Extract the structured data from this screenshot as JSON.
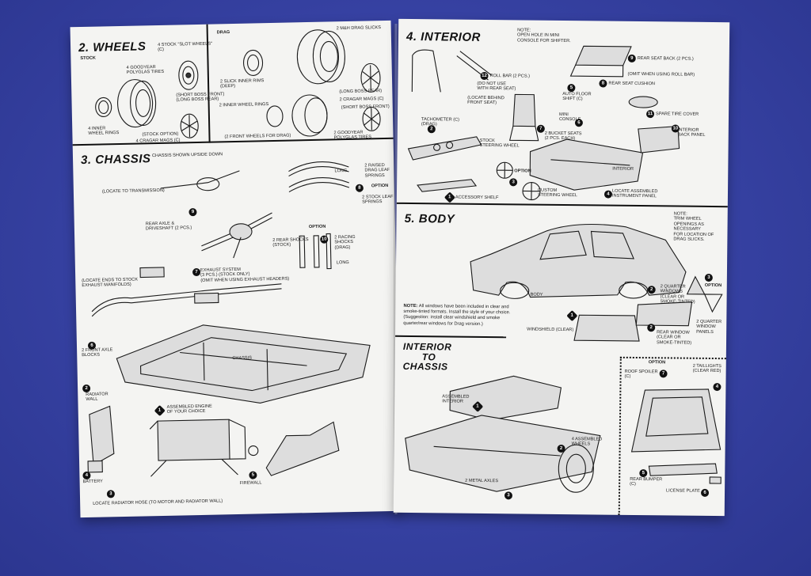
{
  "left_page": {
    "wheels": {
      "title": "2. WHEELS",
      "stock_label": "STOCK",
      "drag_label": "DRAG",
      "labels": {
        "slot_wheels": "4 STOCK \"SLOT WHEELS\"\n(C)",
        "polyglas": "4 GOODYEAR\nPOLYGLAS TIRES",
        "inner_rings": "4 INNER\nWHEEL RINGS",
        "stock_option": "(Stock option)",
        "cragar_mags_c": "4 CRAGAR MAGS (C)",
        "short_boss": "(Short Boss Front)\n(Long Boss Rear)",
        "mh_drag_slicks": "2 M&H DRAG SLICKS",
        "slick_inner_rims": "2 SLICK INNER RIMS\n(Deep)",
        "long_boss_rear": "(Long Boss Rear)",
        "cragar_mags_2": "2 CRAGAR MAGS (C)",
        "short_boss_front": "(Short Boss Front)",
        "inner_wheel_rings_2": "2 INNER WHEEL RINGS",
        "goodyear_2": "2 GOODYEAR\nPOLYGLAS TIRES",
        "front_wheels_drag": "(2 front wheels for drag)"
      }
    },
    "chassis": {
      "title": "3. CHASSIS",
      "subtitle": "CHASSIS SHOWN UPSIDE DOWN",
      "labels": {
        "locate_transmission": "(Locate to transmission)",
        "rear_axle": "REAR AXLE &\nDRIVESHAFT (2 pcs.)",
        "raised_drag": "2 RAISED\nDRAG LEAF\nSPRINGS",
        "long": "LONG",
        "option": "OPTION",
        "stock_leaf": "2 STOCK LEAF\nSPRINGS",
        "rear_shocks": "2 REAR SHOCKS\n(Stock)",
        "racing_shocks": "2 RACING\nSHOCKS\n(Drag)",
        "long2": "LONG",
        "locate_ends": "(Locate ends to stock\nexhaust manifolds)",
        "exhaust": "EXHAUST SYSTEM\n(3 pcs.) (Stock only)\n(Omit when using exhaust headers)",
        "front_axle": "2 FRONT AXLE\nBLOCKS",
        "chassis": "CHASSIS",
        "radiator_wall": "RADIATOR\nWALL",
        "assembled_engine": "ASSEMBLED ENGINE\nOF YOUR CHOICE",
        "battery": "BATTERY",
        "firewall": "FIREWALL",
        "radiator_hose": "LOCATE RADIATOR HOSE (To motor and radiator wall)"
      }
    }
  },
  "right_page": {
    "interior": {
      "title": "4. INTERIOR",
      "labels": {
        "note": "NOTE:\nOpen hole in mini\nconsole for shifter.",
        "rear_seat_back": "REAR SEAT BACK (2 pcs.)",
        "omit_roll_bar": "(Omit when using roll bar)",
        "rear_seat_cushion": "REAR SEAT CUSHION",
        "roll_bar": "ROLL BAR (2 pcs.)",
        "do_not_use": "(Do not use\nwith rear seat)",
        "locate_behind": "(Locate behind\nfront seat)",
        "auto_floor": "AUTO FLOOR\nSHIFT (C)",
        "mini_console": "MINI\nCONSOLE",
        "spare_tire": "SPARE TIRE COVER",
        "tachometer": "TACHOMETER (C)\n(Drag)",
        "bucket_seats": "2 BUCKET SEATS\n(2 pcs. each)",
        "interior_back": "INTERIOR\nBACK PANEL",
        "stock_wheel": "STOCK\nSTEERING WHEEL",
        "option": "OPTION",
        "interior": "INTERIOR",
        "custom_wheel": "CUSTOM\nSTEERING WHEEL",
        "locate_panel": "LOCATE ASSEMBLED\nINSTRUMENT PANEL",
        "accessory_shelf": "ACCESSORY SHELF"
      }
    },
    "body": {
      "title": "5. BODY",
      "labels": {
        "note": "NOTE:\nTrim wheel\nopenings as necessary\nfor location of\ndrag slicks.",
        "body": "BODY",
        "option": "OPTION",
        "quarter_windows": "2 QUARTER\nWINDOWS\n(Clear or\nSmoke-Tinted)",
        "quarter_panels": "2 QUARTER\nWINDOW\nPANELS",
        "windshield": "WINDSHIELD (Clear)",
        "rear_window": "REAR WINDOW\n(Clear or\nSmoke-Tinted)"
      },
      "windows_note_label": "NOTE:",
      "windows_note": "All windows have been included in clear and smoke-tinted formats. Install the style of your choice. (Suggestion: install clear windshield and smoke quarter/rear windows for Drag version.)"
    },
    "interior_to_chassis": {
      "title_line1": "INTERIOR",
      "title_line2": "TO",
      "title_line3": "CHASSIS",
      "labels": {
        "assembled_interior": "ASSEMBLED\nINTERIOR",
        "assembled_wheels": "4 ASSEMBLED\nWHEELS",
        "metal_axles": "2 METAL AXLES"
      }
    },
    "rear_option": {
      "option": "OPTION",
      "roof_spoiler": "ROOF SPOILER\n(C)",
      "taillights": "2 TAILLIGHTS\n(Clear Red)",
      "rear_bumper": "REAR BUMPER\n(C)",
      "license_plate": "LICENSE PLATE"
    }
  },
  "step_numbers": [
    "1",
    "2",
    "3",
    "4",
    "5",
    "6",
    "7",
    "8",
    "9",
    "10",
    "11",
    "12"
  ]
}
